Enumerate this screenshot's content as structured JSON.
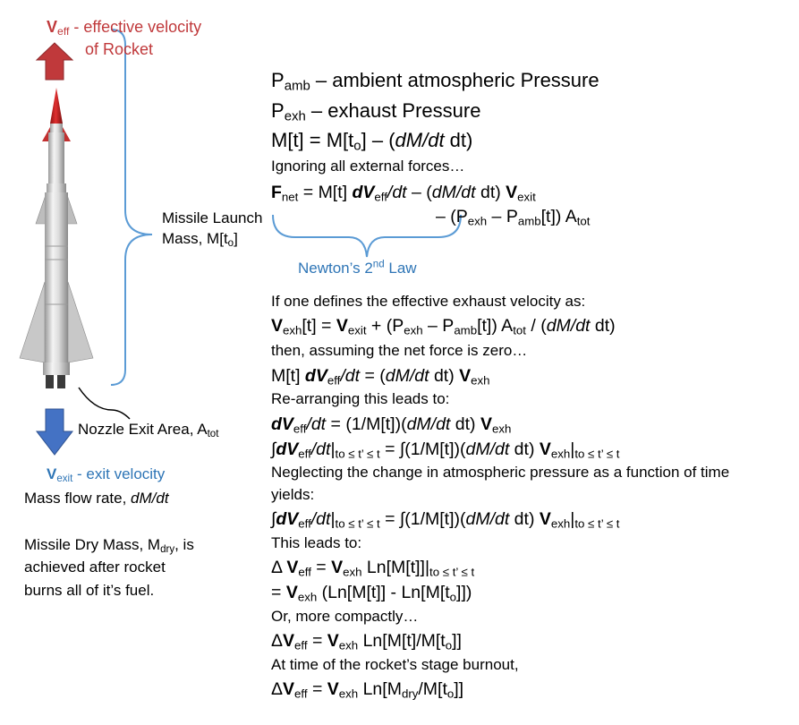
{
  "colors": {
    "red_label": "#c0393b",
    "blue_label": "#2e75b6",
    "up_arrow": "#c0393b",
    "down_arrow": "#4472c4"
  },
  "left": {
    "veff_symbol": "V",
    "veff_sub": "eff",
    "veff_desc": " - effective velocity",
    "veff_desc2": "of Rocket",
    "launch_mass_line1": "Missile Launch",
    "launch_mass_line2": "Mass, M[t",
    "launch_mass_sub": "o",
    "launch_mass_end": "]",
    "nozzle": "Nozzle Exit Area, A",
    "nozzle_sub": "tot",
    "vexit_symbol": "V",
    "vexit_sub": "exit",
    "vexit_desc": " - exit velocity",
    "mass_flow": "Mass flow rate, ",
    "mass_flow_expr": "dM/dt",
    "dry_mass_1": "Missile Dry Mass, M",
    "dry_mass_sub": "dry",
    "dry_mass_2": ", is",
    "dry_mass_line2": "achieved after rocket",
    "dry_mass_line3": "burns all of it’s fuel."
  },
  "right": {
    "pamb_sym": "P",
    "pamb_sub": "amb",
    "pamb_desc": " – ambient atmospheric Pressure",
    "pexh_sym": "P",
    "pexh_sub": "exh",
    "pexh_desc": " – exhaust Pressure",
    "mass_eq": "M[t] = M[t",
    "mass_eq_sub": "o",
    "mass_eq_end": "] – (",
    "mass_eq_expr": "dM/dt",
    "mass_eq_tail": " dt)",
    "ignoring": "Ignoring all external forces…",
    "fnet_sym": "F",
    "fnet_sub": "net",
    "fnet_mid": " = M[t] ",
    "fnet_dv": "dV",
    "fnet_dv_sub": "eff",
    "fnet_dt": "/dt",
    "fnet_rest": " – (",
    "fnet_dm": "dM/dt",
    "fnet_rest2": " dt) ",
    "fnet_v": "V",
    "fnet_v_sub": "exit",
    "fnet_line2_a": "– (P",
    "fnet_line2_sub1": "exh",
    "fnet_line2_b": " – P",
    "fnet_line2_sub2": "amb",
    "fnet_line2_c": "[t]) A",
    "fnet_line2_sub3": "tot",
    "newton": "Newton’s 2",
    "newton_sup": "nd",
    "newton_end": " Law",
    "define": "If one defines the effective exhaust velocity as:",
    "vexh_def_a": "V",
    "vexh_def_sub": "exh",
    "vexh_def_b": "[t] = ",
    "vexh_def_c": "V",
    "vexh_def_sub2": "exit",
    "vexh_def_d": " + (P",
    "vexh_def_sub3": "exh",
    "vexh_def_e": " – P",
    "vexh_def_sub4": "amb",
    "vexh_def_f": "[t]) A",
    "vexh_def_sub5": "tot",
    "vexh_def_g": " / (",
    "vexh_def_h": "dM/dt",
    "vexh_def_i": " dt)",
    "then": "then, assuming the net force is zero…",
    "eq2_a": "M[t] ",
    "eq2_b": "dV",
    "eq2_sub": "eff",
    "eq2_c": "/dt",
    "eq2_d": " = (",
    "eq2_e": "dM/dt",
    "eq2_f": " dt) ",
    "eq2_g": "V",
    "eq2_sub2": "exh",
    "rearrange": "Re-arranging this leads to:",
    "eq3_a": "dV",
    "eq3_sub": "eff",
    "eq3_b": "/dt",
    "eq3_c": " = (1/M[t])(",
    "eq3_d": "dM/dt",
    "eq3_e": " dt) ",
    "eq3_f": "V",
    "eq3_sub2": "exh",
    "int_a": "∫",
    "int_b": "dV",
    "int_sub": "eff",
    "int_c": "/dt",
    "int_d": "|",
    "int_lim": "to ≤ t’ ≤ t",
    "int_e": " = ∫(1/M[t])(",
    "int_f": "dM/dt",
    "int_g": " dt) ",
    "int_h": "V",
    "int_sub2": "exh",
    "int_i": "|",
    "neglect_1": "Neglecting the change in atmospheric pressure as a function of time",
    "neglect_2": "yields:",
    "leads": "This leads to:",
    "dv1_a": "Δ ",
    "dv1_b": "V",
    "dv1_sub": "eff",
    "dv1_c": " = ",
    "dv1_d": "V",
    "dv1_sub2": "exh",
    "dv1_e": " Ln[M[t]]",
    "dv1_f": "|",
    "dv2_a": " = ",
    "dv2_b": "V",
    "dv2_sub": "exh",
    "dv2_c": " (Ln[M[t]] - Ln[M[t",
    "dv2_sub2": "o",
    "dv2_d": "]])",
    "compact": "Or, more compactly…",
    "dv3_a": "Δ",
    "dv3_b": "V",
    "dv3_sub": "eff",
    "dv3_c": " = ",
    "dv3_d": "V",
    "dv3_sub2": "exh",
    "dv3_e": " Ln[M[t]/M[t",
    "dv3_sub3": "o",
    "dv3_f": "]]",
    "burnout": "At time of the rocket’s stage burnout,",
    "dv4_a": "Δ",
    "dv4_b": "V",
    "dv4_sub": "eff",
    "dv4_c": " = ",
    "dv4_d": "V",
    "dv4_sub2": "exh",
    "dv4_e": " Ln[M",
    "dv4_sub3": "dry",
    "dv4_f": "/M[t",
    "dv4_sub4": "o",
    "dv4_g": "]]"
  }
}
